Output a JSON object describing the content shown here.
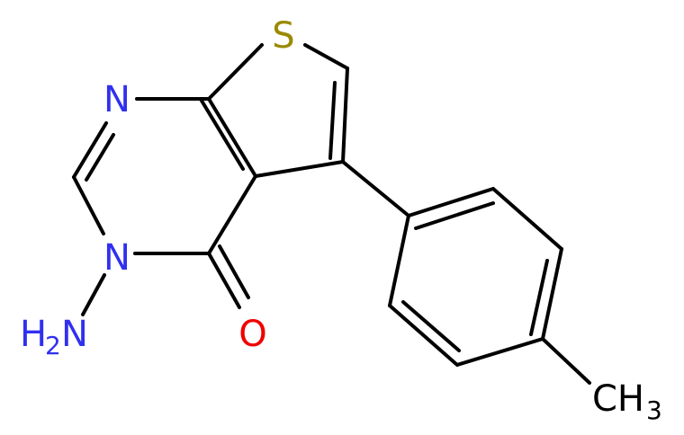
{
  "structure": {
    "colors": {
      "bond": "#000000",
      "nitrogen": "#3030f0",
      "oxygen": "#f00000",
      "sulfur": "#9a8a00",
      "carbon_label": "#000000"
    },
    "labels": {
      "sulfur": "S",
      "ring_nitrogen": "N",
      "amino_nitrogen": "N",
      "amino_group_prefix": "H",
      "amino_group_subscript": "2",
      "amino_group_suffix": "N",
      "carbonyl_oxygen": "O",
      "methyl_prefix": "CH",
      "methyl_subscript": "3"
    }
  }
}
